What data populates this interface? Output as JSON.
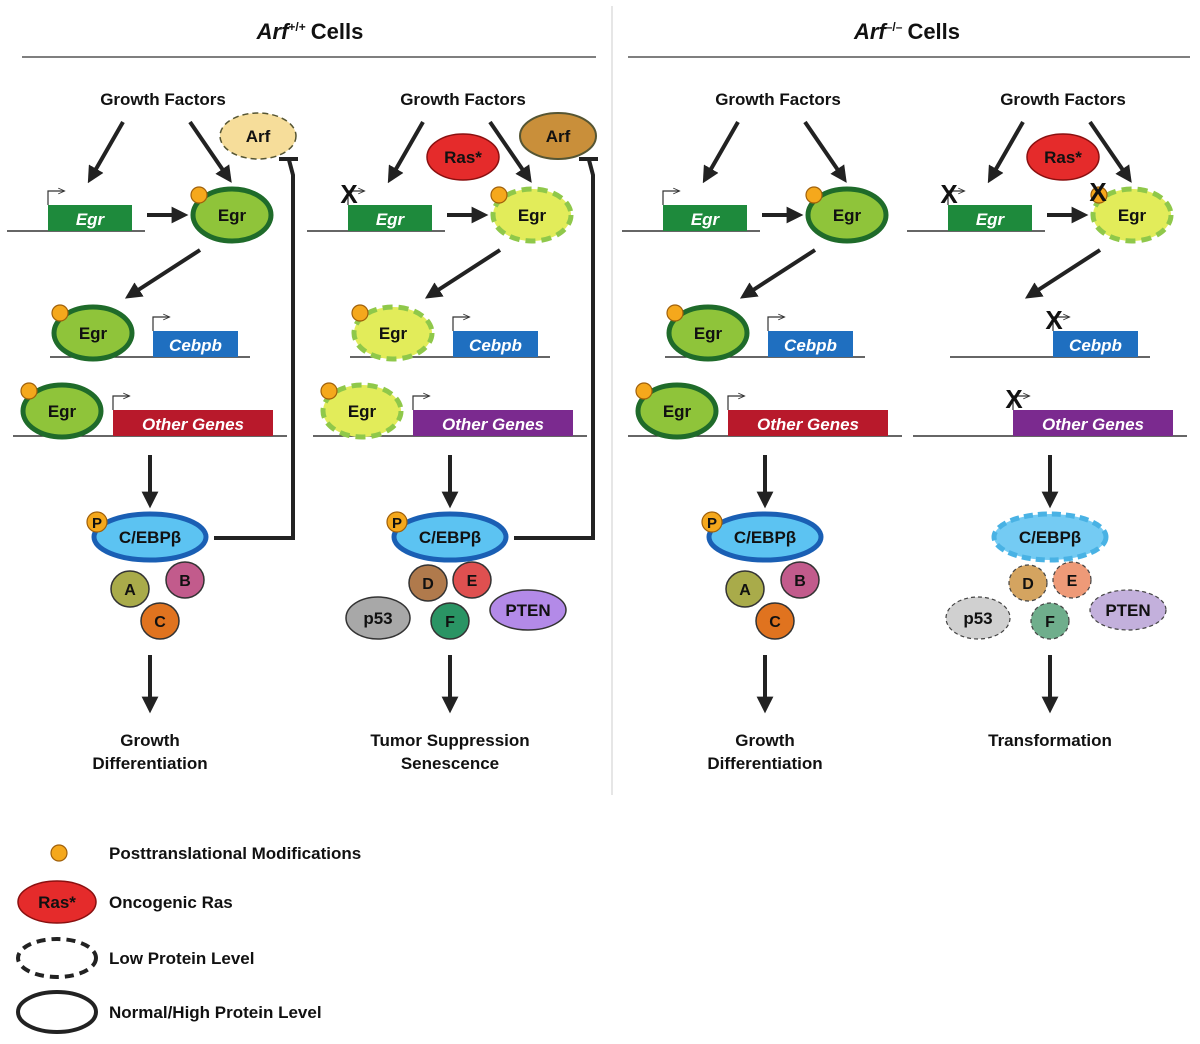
{
  "panels": [
    {
      "name": "arf-wt",
      "title_gene": "Arf",
      "title_sup": "+/+",
      "title_rest": "Cells"
    },
    {
      "name": "arf-null",
      "title_gene": "Arf",
      "title_sup": "–/–",
      "title_rest": "Cells"
    }
  ],
  "columns": [
    {
      "id": "wt-normal",
      "growth_label": "Growth Factors",
      "ras_present": false,
      "ras_label": "Ras*",
      "arf": {
        "present": true,
        "label": "Arf",
        "level": "low",
        "color": "#f6dd9a"
      },
      "egr_gene_label": "Egr",
      "egr_gene_blocked": false,
      "egr_protein": {
        "label": "Egr",
        "level": "normal",
        "ptm": true,
        "ptm_blocked": false
      },
      "cebpb_gene": {
        "label": "Cebpb",
        "bound_by": "Egr",
        "binder_level": "normal",
        "blocked": false
      },
      "other_genes": {
        "label": "Other Genes",
        "color": "#b8192b",
        "bound_by": "Egr",
        "binder_level": "normal",
        "blocked": false
      },
      "cebpb_protein": {
        "label": "C/EBPβ",
        "level": "normal",
        "phospho": "P"
      },
      "arf_feedback": true,
      "partners": [
        {
          "label": "A",
          "color": "#a9ab4a",
          "level": "normal"
        },
        {
          "label": "B",
          "color": "#c25b8c",
          "level": "normal"
        },
        {
          "label": "C",
          "color": "#e0731f",
          "level": "normal"
        }
      ],
      "outcome": [
        "Growth",
        "Differentiation"
      ]
    },
    {
      "id": "wt-ras",
      "growth_label": "Growth Factors",
      "ras_present": true,
      "ras_label": "Ras*",
      "arf": {
        "present": true,
        "label": "Arf",
        "level": "normal",
        "color": "#c98f3a"
      },
      "egr_gene_label": "Egr",
      "egr_gene_blocked": true,
      "egr_protein": {
        "label": "Egr",
        "level": "low",
        "ptm": true,
        "ptm_blocked": false
      },
      "cebpb_gene": {
        "label": "Cebpb",
        "bound_by": "Egr",
        "binder_level": "low",
        "blocked": false
      },
      "other_genes": {
        "label": "Other Genes",
        "color": "#7b2a8f",
        "bound_by": "Egr",
        "binder_level": "low",
        "blocked": false
      },
      "cebpb_protein": {
        "label": "C/EBPβ",
        "level": "normal",
        "phospho": "P"
      },
      "arf_feedback": true,
      "partners": [
        {
          "label": "D",
          "color": "#b07a4c",
          "level": "normal"
        },
        {
          "label": "E",
          "color": "#df5050",
          "level": "normal"
        },
        {
          "label": "p53",
          "color": "#a8a8a8",
          "level": "normal"
        },
        {
          "label": "F",
          "color": "#2a9464",
          "level": "normal"
        },
        {
          "label": "PTEN",
          "color": "#b38ae8",
          "level": "normal"
        }
      ],
      "outcome": [
        "Tumor Suppression",
        "Senescence"
      ]
    },
    {
      "id": "null-normal",
      "growth_label": "Growth Factors",
      "ras_present": false,
      "ras_label": "Ras*",
      "arf": {
        "present": false
      },
      "egr_gene_label": "Egr",
      "egr_gene_blocked": false,
      "egr_protein": {
        "label": "Egr",
        "level": "normal",
        "ptm": true,
        "ptm_blocked": false
      },
      "cebpb_gene": {
        "label": "Cebpb",
        "bound_by": "Egr",
        "binder_level": "normal",
        "blocked": false
      },
      "other_genes": {
        "label": "Other Genes",
        "color": "#b8192b",
        "bound_by": "Egr",
        "binder_level": "normal",
        "blocked": false
      },
      "cebpb_protein": {
        "label": "C/EBPβ",
        "level": "normal",
        "phospho": "P"
      },
      "arf_feedback": false,
      "partners": [
        {
          "label": "A",
          "color": "#a9ab4a",
          "level": "normal"
        },
        {
          "label": "B",
          "color": "#c25b8c",
          "level": "normal"
        },
        {
          "label": "C",
          "color": "#e0731f",
          "level": "normal"
        }
      ],
      "outcome": [
        "Growth",
        "Differentiation"
      ]
    },
    {
      "id": "null-ras",
      "growth_label": "Growth Factors",
      "ras_present": true,
      "ras_label": "Ras*",
      "arf": {
        "present": false
      },
      "egr_gene_label": "Egr",
      "egr_gene_blocked": true,
      "egr_protein": {
        "label": "Egr",
        "level": "low",
        "ptm": true,
        "ptm_blocked": true
      },
      "cebpb_gene": {
        "label": "Cebpb",
        "bound_by": null,
        "binder_level": null,
        "blocked": true
      },
      "other_genes": {
        "label": "Other Genes",
        "color": "#7b2a8f",
        "bound_by": null,
        "binder_level": null,
        "blocked": true
      },
      "cebpb_protein": {
        "label": "C/EBPβ",
        "level": "low",
        "phospho": null
      },
      "arf_feedback": false,
      "partners": [
        {
          "label": "D",
          "color": "#d4a460",
          "level": "low"
        },
        {
          "label": "E",
          "color": "#ee9a78",
          "level": "low"
        },
        {
          "label": "p53",
          "color": "#d0d0d0",
          "level": "low"
        },
        {
          "label": "F",
          "color": "#6fae8c",
          "level": "low"
        },
        {
          "label": "PTEN",
          "color": "#c3b0dc",
          "level": "low"
        }
      ],
      "outcome": [
        "Transformation"
      ]
    }
  ],
  "legend": [
    {
      "symbol": "ptm-dot",
      "label": "Posttranslational Modifications"
    },
    {
      "symbol": "ras-oval",
      "symbol_text": "Ras*",
      "label": "Oncogenic Ras"
    },
    {
      "symbol": "dashed-oval",
      "label": "Low Protein Level"
    },
    {
      "symbol": "solid-oval",
      "label": "Normal/High Protein Level"
    }
  ],
  "colors": {
    "egr_gene": "#1e8a3c",
    "cebpb_gene": "#1f6fc0",
    "egr_fill_normal": "#8fc43a",
    "egr_stroke_normal": "#1f6b2a",
    "egr_fill_low": "#e2ec5a",
    "egr_stroke_low": "#8fc84a",
    "cebp_fill": "#5cc3f2",
    "cebp_stroke_normal": "#1a5fb4",
    "cebp_stroke_low": "#2aa5e0",
    "ptm": "#f5a81c",
    "ras": "#e52b2b",
    "block_x": "#e8202a",
    "arrow": "#222222"
  }
}
